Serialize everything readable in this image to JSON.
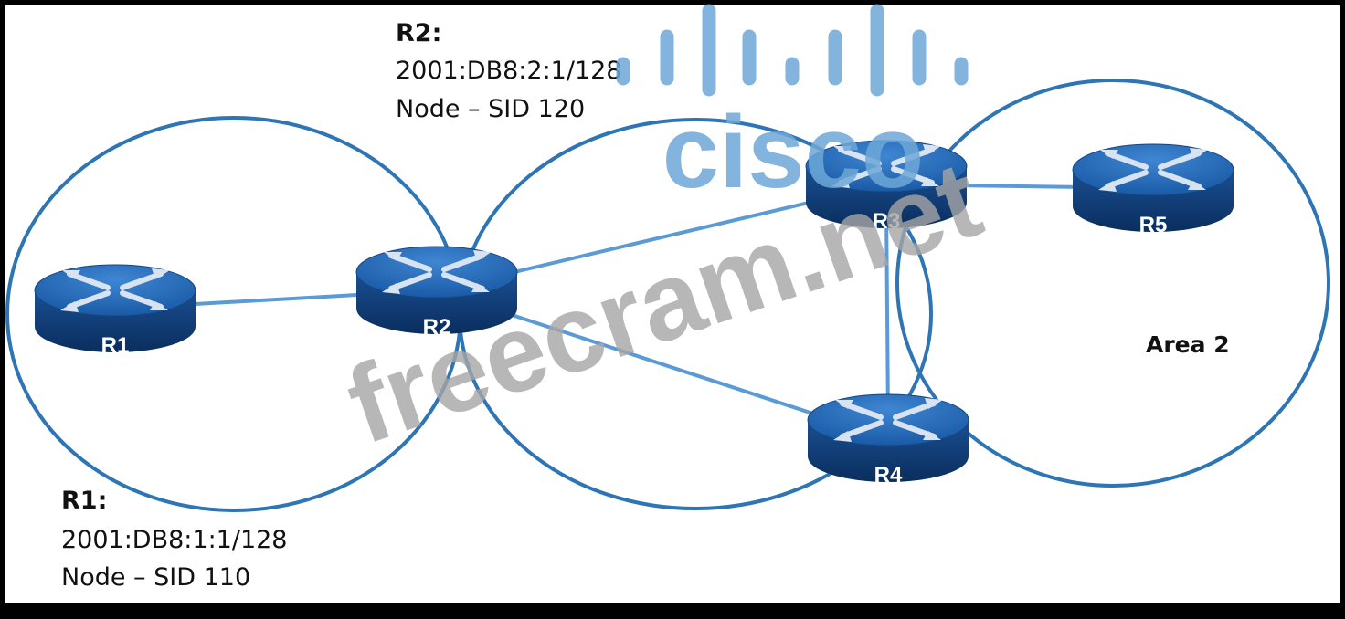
{
  "routers": [
    {
      "id": "r1",
      "label": "R1"
    },
    {
      "id": "r2",
      "label": "R2"
    },
    {
      "id": "r3",
      "label": "R3"
    },
    {
      "id": "r4",
      "label": "R4"
    },
    {
      "id": "r5",
      "label": "R5"
    }
  ],
  "links": [
    [
      "r1",
      "r2"
    ],
    [
      "r2",
      "r3"
    ],
    [
      "r2",
      "r4"
    ],
    [
      "r3",
      "r4"
    ],
    [
      "r3",
      "r5"
    ]
  ],
  "areas": [
    {
      "id": "area-left"
    },
    {
      "id": "area-middle"
    },
    {
      "id": "area-right",
      "label": "Area 2"
    }
  ],
  "annotations": {
    "r2": {
      "title": "R2:",
      "address": "2001:DB8:2:1/128",
      "sid": "Node – SID 120"
    },
    "r1": {
      "title": "R1:",
      "address": "2001:DB8:1:1/128",
      "sid": "Node – SID 110"
    }
  },
  "watermark": {
    "brand": "cisco",
    "site": "freecram.net"
  },
  "colors": {
    "background": "#ffffff",
    "frame": "#000000",
    "circle": "#2e75b6",
    "link": "#5b9bd5",
    "router_top": "#1f5ea8",
    "router_body": "#0e3d78",
    "watermark_blue": "#6ea8d8",
    "watermark_gray": "#a6a6a6"
  }
}
